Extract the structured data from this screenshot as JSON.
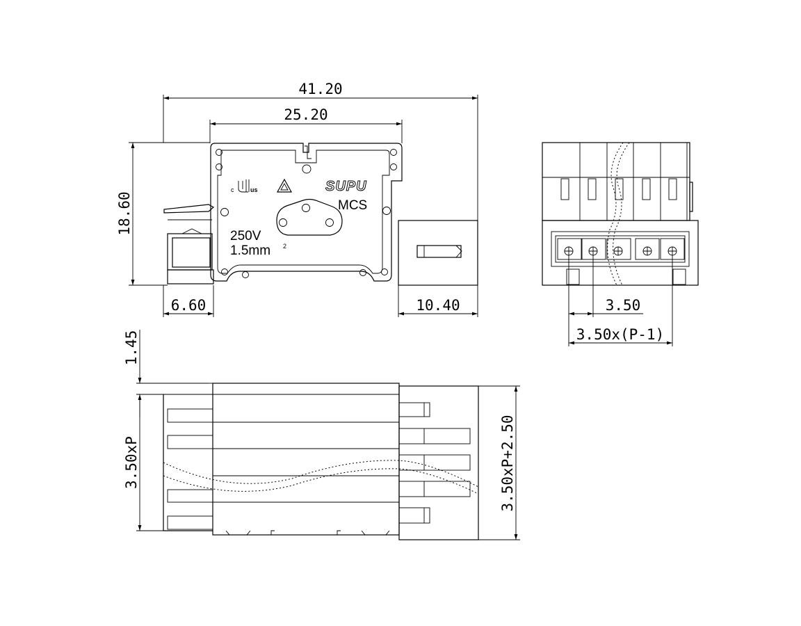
{
  "dimensions": {
    "total_width": "41.20",
    "body_width": "25.20",
    "height": "18.60",
    "left_tab": "6.60",
    "right_plug": "10.40",
    "pitch": "3.50",
    "pitch_span": "3.50x(P-1)",
    "offset": "1.45",
    "side_width": "3.50xP",
    "side_width_total": "3.50xP+2.50"
  },
  "label_marks": {
    "brand": "SUPU",
    "series": "MCS",
    "voltage": "250V",
    "wire_size": "1.5mm",
    "wire_size_exp": "2",
    "cert_c": "c",
    "cert_us": "us"
  }
}
